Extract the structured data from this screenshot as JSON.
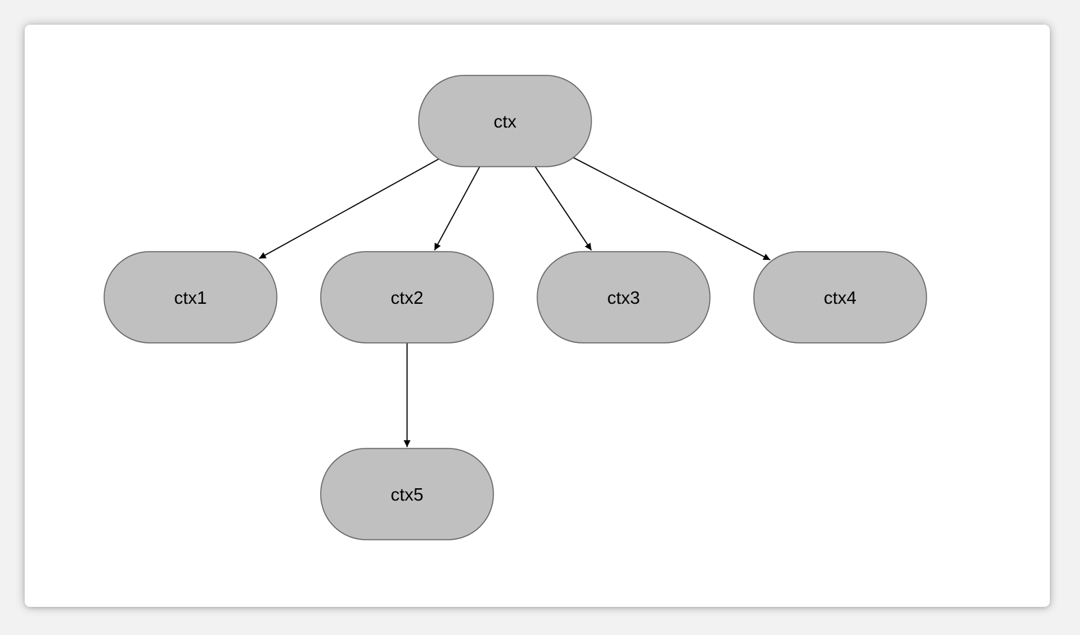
{
  "diagram": {
    "nodes": [
      {
        "id": "ctx",
        "label": "ctx"
      },
      {
        "id": "ctx1",
        "label": "ctx1"
      },
      {
        "id": "ctx2",
        "label": "ctx2"
      },
      {
        "id": "ctx3",
        "label": "ctx3"
      },
      {
        "id": "ctx4",
        "label": "ctx4"
      },
      {
        "id": "ctx5",
        "label": "ctx5"
      }
    ],
    "edges": [
      {
        "from": "ctx",
        "to": "ctx1"
      },
      {
        "from": "ctx",
        "to": "ctx2"
      },
      {
        "from": "ctx",
        "to": "ctx3"
      },
      {
        "from": "ctx",
        "to": "ctx4"
      },
      {
        "from": "ctx2",
        "to": "ctx5"
      }
    ],
    "colors": {
      "node_fill": "#c0c0c0",
      "node_stroke": "#666666",
      "edge": "#000000",
      "background": "#ffffff"
    }
  }
}
